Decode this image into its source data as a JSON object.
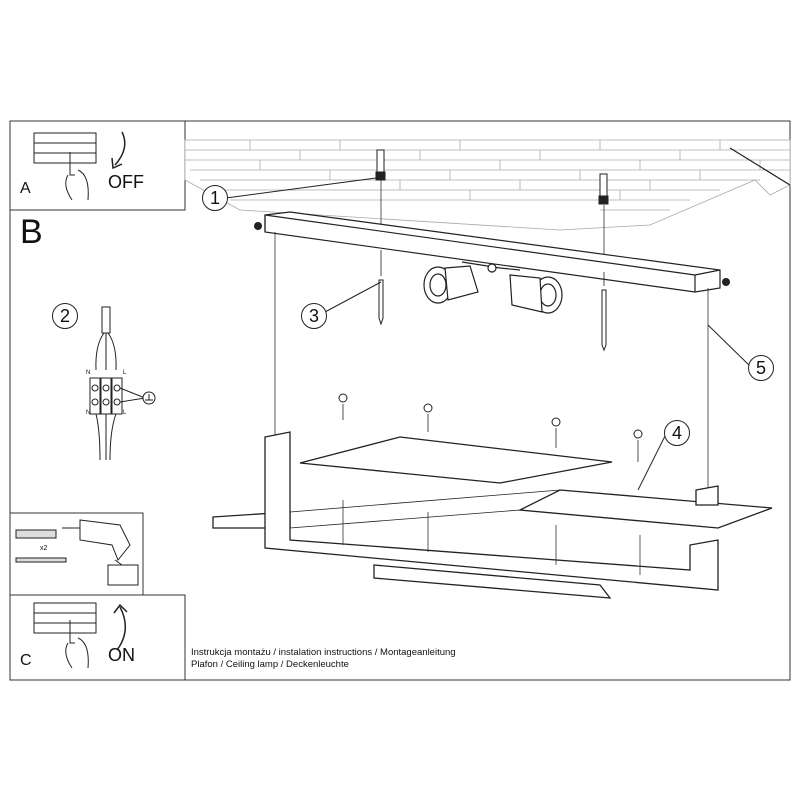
{
  "steps": {
    "a": {
      "letter": "A",
      "action": "OFF"
    },
    "b": {
      "letter": "B"
    },
    "c": {
      "letter": "C",
      "action": "ON"
    }
  },
  "callouts": [
    "1",
    "2",
    "3",
    "4",
    "5"
  ],
  "wiring": {
    "neutral": "N",
    "live": "L",
    "ground_icon": "ground-symbol"
  },
  "tools": {
    "quantity": "x2"
  },
  "caption": {
    "line1": "Instrukcja montażu / instalation instructions / Montageanleitung",
    "line2": "Plafon / Ceiling lamp / Deckenleuchte"
  }
}
